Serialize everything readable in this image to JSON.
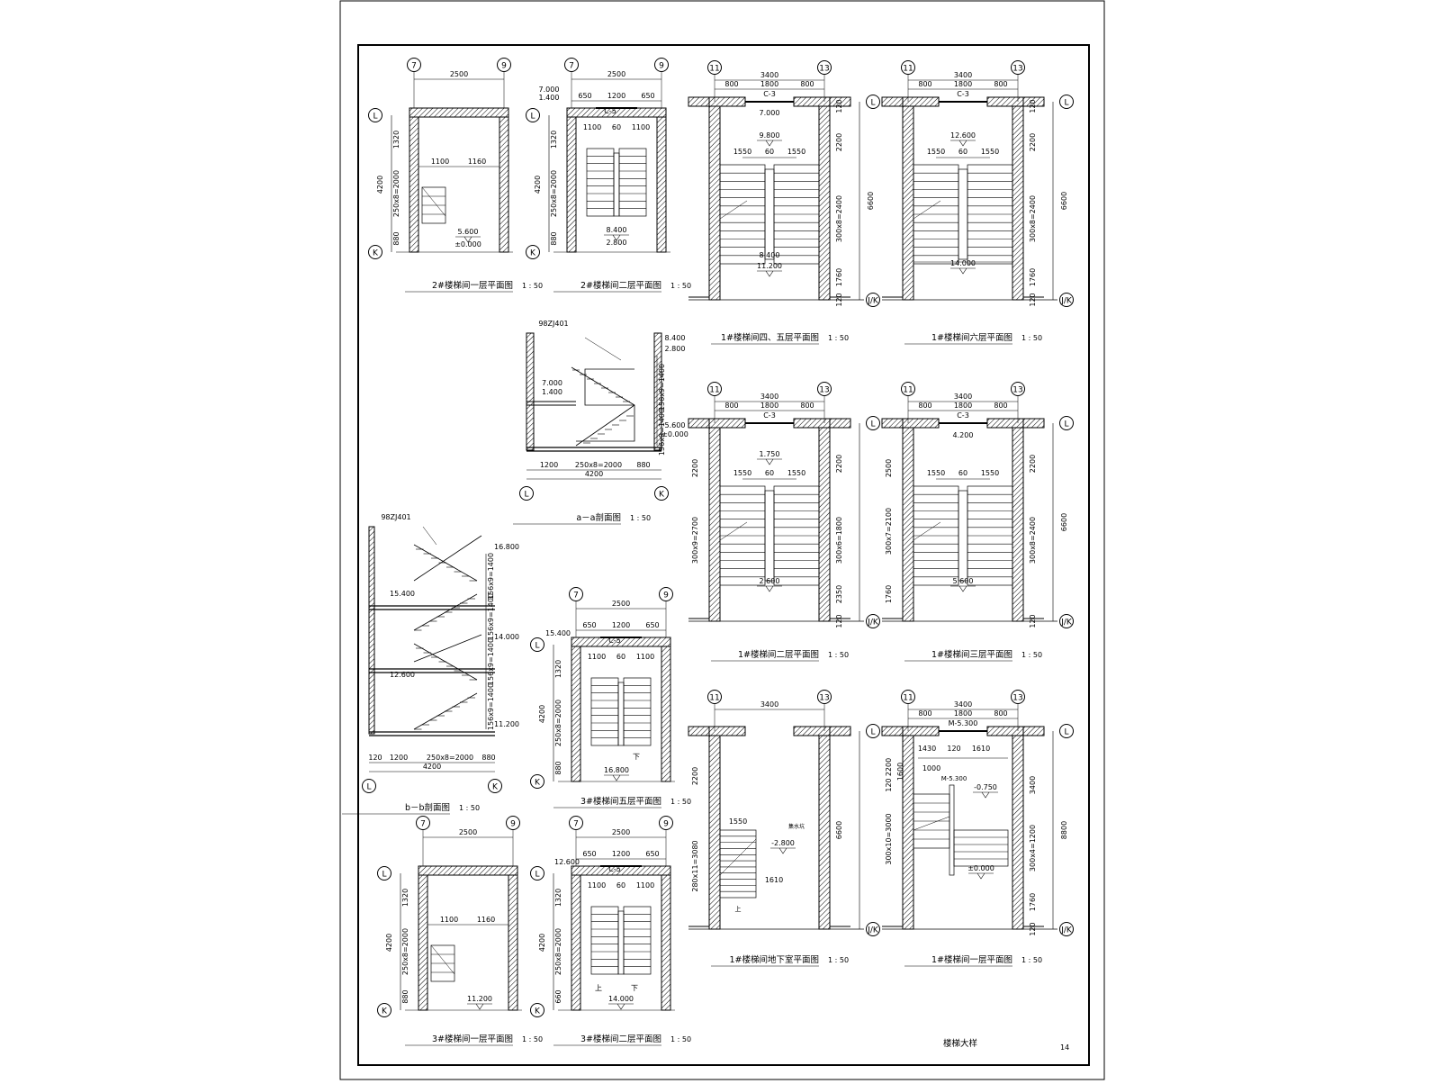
{
  "sheet": {
    "page_number": "14",
    "sheet_title": "楼梯大样"
  },
  "panels": [
    {
      "id": "p2f1",
      "title": "2#楼梯间一层平面图",
      "scale": "1 : 50",
      "grids": [
        "7",
        "9",
        "L",
        "K"
      ],
      "dims": [
        "2500",
        "1320",
        "4200",
        "250x8=2000",
        "880",
        "1100",
        "1160"
      ],
      "levels": [
        "5.600",
        "±0.000"
      ],
      "labels": []
    },
    {
      "id": "p2f2",
      "title": "2#楼梯间二层平面图",
      "scale": "1 : 50",
      "grids": [
        "7",
        "9",
        "L",
        "K"
      ],
      "dims": [
        "2500",
        "650",
        "1200",
        "650",
        "1100",
        "60",
        "1100",
        "1320",
        "4200",
        "250x8=2000",
        "880"
      ],
      "levels": [
        "7.000",
        "1.400",
        "8.400",
        "2.800"
      ],
      "labels": [
        "C-5"
      ]
    },
    {
      "id": "p1f45",
      "title": "1#楼梯间四、五层平面图",
      "scale": "1 : 50",
      "grids": [
        "11",
        "13",
        "L",
        "J/K"
      ],
      "dims": [
        "3400",
        "800",
        "1800",
        "800",
        "1550",
        "60",
        "1550",
        "2200",
        "300x8=2400",
        "1760",
        "6600",
        "120",
        "120"
      ],
      "levels": [
        "7.000",
        "9.800",
        "8.400",
        "11.200"
      ],
      "labels": [
        "C-3"
      ]
    },
    {
      "id": "p1f6",
      "title": "1#楼梯间六层平面图",
      "scale": "1 : 50",
      "grids": [
        "11",
        "13",
        "L",
        "J/K"
      ],
      "dims": [
        "3400",
        "800",
        "1800",
        "800",
        "1550",
        "60",
        "1550",
        "2200",
        "300x8=2400",
        "1760",
        "6600",
        "120",
        "120"
      ],
      "levels": [
        "12.600",
        "14.000"
      ],
      "labels": [
        "C-3"
      ]
    },
    {
      "id": "secA",
      "title": "a－a剖面图",
      "scale": "1 : 50",
      "grids": [
        "L",
        "K"
      ],
      "dims": [
        "1200",
        "250x8=2000",
        "880",
        "4200",
        "156x9=1400",
        "156x9=1400"
      ],
      "levels": [
        "8.400",
        "2.800",
        "7.000",
        "1.400",
        "5.600",
        "±0.000"
      ],
      "labels": [
        "98ZJ401"
      ]
    },
    {
      "id": "p1f2",
      "title": "1#楼梯间二层平面图",
      "scale": "1 : 50",
      "grids": [
        "11",
        "13",
        "L",
        "J/K"
      ],
      "dims": [
        "3400",
        "800",
        "1800",
        "800",
        "1550",
        "60",
        "1550",
        "2200",
        "300x9=2700",
        "300x6=1800",
        "2350",
        "120"
      ],
      "levels": [
        "1.750",
        "2.600"
      ],
      "labels": [
        "C-3"
      ]
    },
    {
      "id": "p1f3",
      "title": "1#楼梯间三层平面图",
      "scale": "1 : 50",
      "grids": [
        "11",
        "13",
        "L",
        "J/K"
      ],
      "dims": [
        "3400",
        "800",
        "1800",
        "800",
        "1550",
        "60",
        "1550",
        "2500",
        "300x7=2100",
        "1760",
        "2200",
        "300x8=2400",
        "6600",
        "120"
      ],
      "levels": [
        "4.200",
        "5.600"
      ],
      "labels": [
        "C-3"
      ]
    },
    {
      "id": "secB",
      "title": "b－b剖面图",
      "scale": "1 : 50",
      "grids": [
        "L",
        "K"
      ],
      "dims": [
        "120",
        "1200",
        "250x8=2000",
        "880",
        "4200",
        "156x9=1400",
        "156x9=1400",
        "156x9=1400",
        "156x9=1400"
      ],
      "levels": [
        "16.800",
        "15.400",
        "14.000",
        "12.600",
        "11.200"
      ],
      "labels": [
        "98ZJ401"
      ]
    },
    {
      "id": "p3f5",
      "title": "3#楼梯间五层平面图",
      "scale": "1 : 50",
      "grids": [
        "7",
        "9",
        "L",
        "K"
      ],
      "dims": [
        "2500",
        "650",
        "1200",
        "650",
        "1100",
        "60",
        "1100",
        "1320",
        "4200",
        "250x8=2000",
        "880"
      ],
      "levels": [
        "15.400",
        "16.800"
      ],
      "labels": [
        "C-5",
        "下"
      ]
    },
    {
      "id": "p1fb",
      "title": "1#楼梯间地下室平面图",
      "scale": "1 : 50",
      "grids": [
        "11",
        "13",
        "L",
        "J/K"
      ],
      "dims": [
        "3400",
        "2200",
        "280x11=3080",
        "1550",
        "1610",
        "6600"
      ],
      "levels": [
        "-2.800"
      ],
      "labels": [
        "集水坑",
        "上"
      ]
    },
    {
      "id": "p1f1",
      "title": "1#楼梯间一层平面图",
      "scale": "1 : 50",
      "grids": [
        "11",
        "13",
        "L",
        "J/K"
      ],
      "dims": [
        "3400",
        "800",
        "1800",
        "800",
        "1430",
        "120",
        "1610",
        "1000",
        "2200",
        "1600",
        "120",
        "300x10=3000",
        "3400",
        "300x4=1200",
        "1760",
        "8800",
        "120"
      ],
      "levels": [
        "-0.750",
        "±0.000"
      ],
      "labels": [
        "M-5.300"
      ]
    },
    {
      "id": "p3f1",
      "title": "3#楼梯间一层平面图",
      "scale": "1 : 50",
      "grids": [
        "7",
        "9",
        "L",
        "K"
      ],
      "dims": [
        "2500",
        "1320",
        "4200",
        "250x8=2000",
        "880",
        "1100",
        "1160"
      ],
      "levels": [
        "11.200"
      ],
      "labels": []
    },
    {
      "id": "p3f2",
      "title": "3#楼梯间二层平面图",
      "scale": "1 : 50",
      "grids": [
        "7",
        "9",
        "L",
        "K"
      ],
      "dims": [
        "2500",
        "650",
        "1200",
        "650",
        "1100",
        "60",
        "1100",
        "1320",
        "4200",
        "250x8=2000",
        "660"
      ],
      "levels": [
        "12.600",
        "14.000"
      ],
      "labels": [
        "C-5",
        "上",
        "下"
      ]
    }
  ]
}
